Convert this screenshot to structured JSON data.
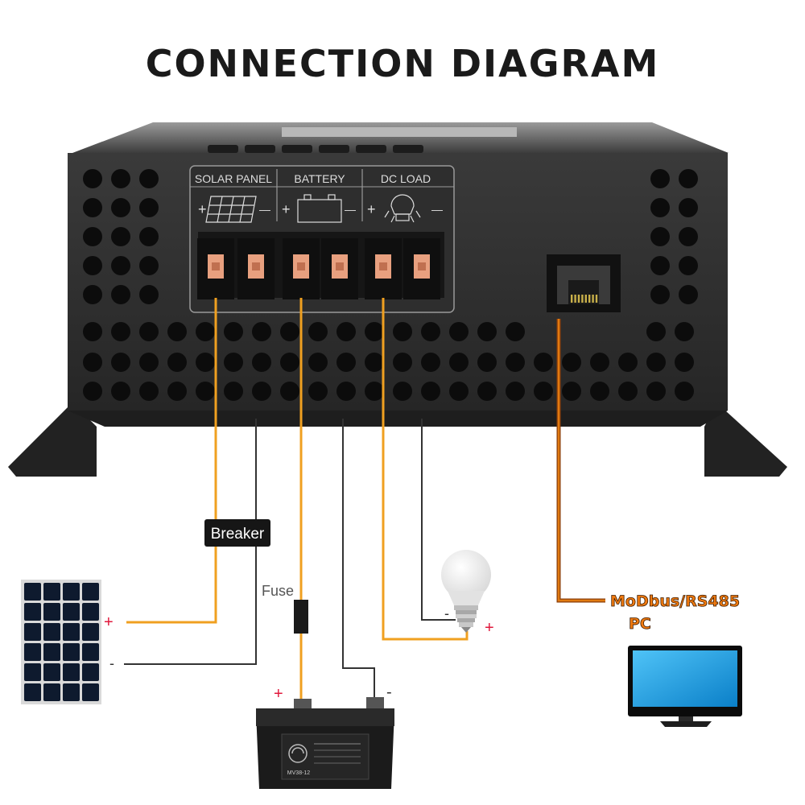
{
  "title": "CONNECTION DIAGRAM",
  "terminals": {
    "solar_panel": "SOLAR PANEL",
    "battery": "BATTERY",
    "dc_load": "DC LOAD",
    "plus": "+",
    "minus": "—"
  },
  "labels": {
    "breaker": "Breaker",
    "fuse": "Fuse",
    "modbus": "MoDbus/RS485",
    "pc": "PC",
    "panel_plus": "+",
    "panel_minus": "-",
    "battery_plus": "+",
    "battery_minus": "-",
    "bulb_plus": "+",
    "bulb_minus": "-",
    "battery_model": "MV38-12"
  },
  "colors": {
    "positive_wire": "#f0a020",
    "negative_wire": "#333333",
    "comm_wire": "#e07a10",
    "comm_text": "#f07a10",
    "device_body": "#2c2c2c",
    "terminal_copper": "#e8a07f",
    "monitor_screen": "#1aa0e6",
    "solar_cell": "#0e1a2e"
  }
}
